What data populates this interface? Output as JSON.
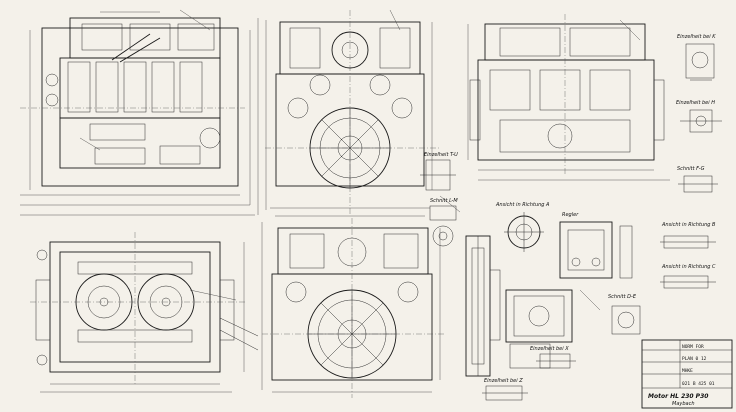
{
  "labels": {
    "einzelheit_k": "Einzelheit bei K",
    "einzelheit_h": "Einzelheit bei H",
    "schnitt_fg": "Schnitt F-G",
    "einzelheit_t": "Einzelheit T-U",
    "ansicht_a": "Ansicht in Richtung A",
    "ansicht_b": "Ansicht in Richtung B",
    "ansicht_c": "Ansicht in Richtung C",
    "schnitt_de": "Schnitt D-E",
    "einzelheit_z": "Einzelheit bei Z",
    "einzelheit_x": "Einzelheit bei X",
    "schnitt_lm": "Schnitt L-M",
    "regler": "Regler"
  },
  "title_block": {
    "norm": "NORM FOR",
    "plan_no": "PLAN 0 12",
    "code": "MHKE",
    "drawing_no": "021 B 425 01",
    "motor": "Motor HL 230 P30",
    "maker": "Maybach"
  }
}
